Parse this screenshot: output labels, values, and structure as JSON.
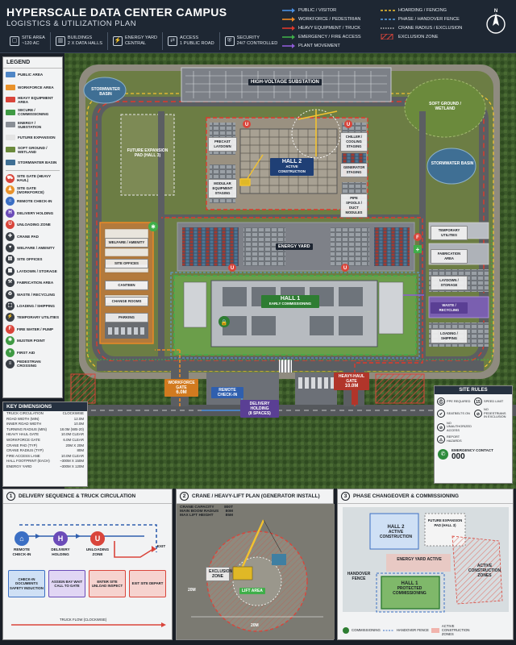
{
  "header": {
    "title": "HYPERSCALE DATA CENTER CAMPUS",
    "subtitle": "LOGISTICS & UTILIZATION PLAN",
    "stats": [
      {
        "icon": "area-icon",
        "line1": "SITE AREA",
        "line2": "~120 AC"
      },
      {
        "icon": "buildings-icon",
        "line1": "BUILDINGS",
        "line2": "2 x DATA HALLS"
      },
      {
        "icon": "energy-icon",
        "line1": "ENERGY YARD",
        "line2": "CENTRAL"
      },
      {
        "icon": "access-icon",
        "line1": "ACCESS",
        "line2": "1 PUBLIC ROAD"
      },
      {
        "icon": "security-icon",
        "line1": "SECURITY",
        "line2": "24/7 CONTROLLED"
      }
    ],
    "route_legend": [
      {
        "label": "PUBLIC / VISITOR",
        "color": "#4a90e2"
      },
      {
        "label": "WORKFORCE / PEDESTRIAN",
        "color": "#f08a24"
      },
      {
        "label": "HEAVY EQUIPMENT / TRUCK",
        "color": "#e0392b"
      },
      {
        "label": "EMERGENCY / FIRE ACCESS",
        "color": "#3fae49"
      },
      {
        "label": "PLANT MOVEMENT",
        "color": "#8e5bd6"
      }
    ],
    "boundary_legend": [
      {
        "label": "HOARDING / FENCING",
        "color": "#f2c230"
      },
      {
        "label": "PHASE / HANDOVER FENCE",
        "color": "#5aa0e6"
      },
      {
        "label": "CRANE RADIUS / EXCLUSION",
        "color": "#dddddd"
      },
      {
        "label": "EXCLUSION ZONE",
        "color": "#d9453b"
      }
    ],
    "compass": "N"
  },
  "legend": {
    "title": "LEGEND",
    "areas": [
      {
        "label": "PUBLIC AREA",
        "color": "#4f86c6"
      },
      {
        "label": "WORKFORCE AREA",
        "color": "#e9922b"
      },
      {
        "label": "HEAVY EQUIPMENT AREA",
        "color": "#d9453b"
      },
      {
        "label": "SECURE / COMMISSIONING",
        "color": "#3f9a44"
      },
      {
        "label": "ENERGY / SUBSTATION",
        "color": "#8a8f96"
      },
      {
        "label": "FUTURE EXPANSION",
        "color": "#e4e4e4"
      },
      {
        "label": "SOFT GROUND / WETLAND",
        "color": "#6b8a3c"
      },
      {
        "label": "STORMWATER BASIN",
        "color": "#3f6f94"
      }
    ],
    "symbols": [
      {
        "label": "SITE GATE (HEAVY HAUL)",
        "glyph": "⛟",
        "color": "#d9453b"
      },
      {
        "label": "SITE GATE (WORKFORCE)",
        "glyph": "♟",
        "color": "#e9922b"
      },
      {
        "label": "REMOTE CHECK-IN",
        "glyph": "⌂",
        "color": "#3b6fc4"
      },
      {
        "label": "DELIVERY HOLDING",
        "glyph": "H",
        "color": "#6b4bb8"
      },
      {
        "label": "UNLOADING ZONE",
        "glyph": "U",
        "color": "#d9453b"
      },
      {
        "label": "CRANE PAD",
        "glyph": "✚",
        "color": "#3a3f46"
      },
      {
        "label": "WELFARE / AMENITY",
        "glyph": "♥",
        "color": "#3a3f46"
      },
      {
        "label": "SITE OFFICES",
        "glyph": "▤",
        "color": "#3a3f46"
      },
      {
        "label": "LAYDOWN / STORAGE",
        "glyph": "▦",
        "color": "#3a3f46"
      },
      {
        "label": "FABRICATION AREA",
        "glyph": "⚒",
        "color": "#3a3f46"
      },
      {
        "label": "WASTE / RECYCLING",
        "glyph": "♻",
        "color": "#3a3f46"
      },
      {
        "label": "LOADING / SHIPPING",
        "glyph": "⬚",
        "color": "#3a3f46"
      },
      {
        "label": "TEMPORARY UTILITIES",
        "glyph": "⚡",
        "color": "#3a3f46"
      },
      {
        "label": "FIRE WATER / PUMP",
        "glyph": "F",
        "color": "#d9453b"
      },
      {
        "label": "MUSTER POINT",
        "glyph": "✱",
        "color": "#3f9a44"
      },
      {
        "label": "FIRST AID",
        "glyph": "+",
        "color": "#3f9a44"
      },
      {
        "label": "PEDESTRIAN CROSSING",
        "glyph": "≡",
        "color": "#3a3f46"
      }
    ]
  },
  "key_dimensions": {
    "title": "KEY DIMENSIONS",
    "rows": [
      {
        "k": "TRUCK CIRCULATION",
        "v": "CLOCKWISE"
      },
      {
        "k": "ROAD WIDTH (MIN)",
        "v": "12.0m"
      },
      {
        "k": "INNER ROAD WIDTH",
        "v": "10.0m"
      },
      {
        "k": "TURNING RADIUS (MIN)",
        "v": "18.0m (WB-20)"
      },
      {
        "k": "HEAVY HAUL GATE",
        "v": "10.0m CLEAR"
      },
      {
        "k": "WORKFORCE GATE",
        "v": "6.0m CLEAR"
      },
      {
        "k": "CRANE PAD (TYP)",
        "v": "20m x 20m"
      },
      {
        "k": "CRANE RADIUS (TYP)",
        "v": "80m"
      },
      {
        "k": "FIRE ACCESS LANE",
        "v": "10.0m CLEAR"
      },
      {
        "k": "HALL FOOTPRINT (EACH)",
        "v": "~300m x 150m"
      },
      {
        "k": "ENERGY YARD",
        "v": "~300m x 120m"
      }
    ]
  },
  "site_rules": {
    "title": "SITE RULES",
    "items": [
      {
        "label": "PPE REQUIRED",
        "glyph": "⛑"
      },
      {
        "label": "SPEED LIMIT",
        "glyph": "15"
      },
      {
        "label": "SEATBELTS ON",
        "glyph": "✔"
      },
      {
        "label": "NO PEDESTRIANS IN EXCLUSION",
        "glyph": "⊘"
      },
      {
        "label": "NO UNAUTHORIZED ACCESS",
        "glyph": "⊘"
      },
      {
        "label": "",
        "glyph": ""
      },
      {
        "label": "REPORT HAZARDS",
        "glyph": "⚠"
      },
      {
        "label": "",
        "glyph": ""
      }
    ],
    "contact_label": "EMERGENCY CONTACT",
    "contact_number": "000"
  },
  "map": {
    "substation": "HIGH-VOLTAGE SUBSTATION",
    "stormwater_nw": "STORMWATER BASIN",
    "stormwater_e": "STORMWATER BASIN",
    "soft_ground": "SOFT GROUND / WETLAND",
    "future_pad": "FUTURE EXPANSION PAD (HALL 3)",
    "precast": "PRECAST LAYDOWN",
    "modular": "MODULAR EQUIPMENT STAGING",
    "hall2": "HALL 2",
    "hall2_sub": "ACTIVE CONSTRUCTION",
    "chiller": "CHILLER / COOLING STAGING",
    "generator": "GENERATOR STAGING",
    "pipe": "PIPE SPOOLS / DUCT MODULES",
    "welfare": "WELFARE / AMENITY",
    "site_offices": "SITE OFFICES",
    "canteen": "CANTEEN",
    "change_rooms": "CHANGE ROOMS",
    "parking": "PARKING",
    "energy_yard": "ENERGY YARD",
    "temp_utilities": "TEMPORARY UTILITIES",
    "fabrication": "FABRICATION AREA",
    "laydown": "LAYDOWN / STORAGE",
    "waste": "WASTE / RECYCLING",
    "loading": "LOADING / SHIPPING",
    "hall1": "HALL 1",
    "hall1_sub": "EARLY COMMISSIONING",
    "workforce_gate": "WORKFORCE GATE",
    "workforce_gate_dim": "6.0m",
    "remote_checkin": "REMOTE CHECK-IN",
    "delivery_holding": "DELIVERY HOLDING",
    "delivery_holding_sub": "(8 SPACES)",
    "heavy_gate": "HEAVY-HAUL GATE",
    "heavy_gate_dim": "10.0m"
  },
  "panel1": {
    "num": "1",
    "title": "DELIVERY SEQUENCE & TRUCK CIRCULATION",
    "steps": [
      {
        "label": "REMOTE CHECK-IN",
        "glyph": "⌂",
        "color": "#3b6fc4"
      },
      {
        "label": "DELIVERY HOLDING",
        "glyph": "H",
        "color": "#6b4bb8"
      },
      {
        "label": "UNLOADING ZONE",
        "glyph": "U",
        "color": "#d9453b"
      }
    ],
    "exit": "EXIT",
    "stages": [
      {
        "text": "CHECK-IN DOCUMENTS SAFETY INDUCTION",
        "color": "#cfe0f5",
        "border": "#3b6fc4"
      },
      {
        "text": "ASSIGN BAY WAIT CALL TO GATE",
        "color": "#e1d6f4",
        "border": "#6b4bb8"
      },
      {
        "text": "ENTER SITE UNLOAD INSPECT",
        "color": "#f6d3cf",
        "border": "#d9453b"
      },
      {
        "text": "EXIT SITE DEPART",
        "color": "#f6d3cf",
        "border": "#d9453b"
      }
    ],
    "footer": "TRUCK FLOW (CLOCKWISE)"
  },
  "panel2": {
    "num": "2",
    "title": "CRANE / HEAVY-LIFT PLAN (GENERATOR INSTALL)",
    "info": [
      {
        "k": "CRANE CAPACITY",
        "v": "800t"
      },
      {
        "k": "MAIN BOOM RADIUS",
        "v": "80m"
      },
      {
        "k": "MAX LIFT HEIGHT",
        "v": "85m"
      }
    ],
    "exclusion": "EXCLUSION ZONE",
    "lift_area": "LIFT AREA",
    "dim_20m": "20m"
  },
  "panel3": {
    "num": "3",
    "title": "PHASE CHANGEOVER & COMMISSIONING",
    "hall2": "HALL 2",
    "hall2_sub": "ACTIVE CONSTRUCTION",
    "future": "FUTURE EXPANSION PAD (HALL 3)",
    "energy": "ENERGY YARD ACTIVE",
    "handover": "HANDOVER FENCE",
    "active_zones": "ACTIVE CONSTRUCTION ZONES",
    "hall1": "HALL 1",
    "hall1_sub": "PROTECTED COMMISSIONING",
    "legend": [
      {
        "label": "COMMISSIONING"
      },
      {
        "label": "HANDOVER FENCE"
      },
      {
        "label": "ACTIVE CONSTRUCTION ZONES"
      }
    ]
  }
}
